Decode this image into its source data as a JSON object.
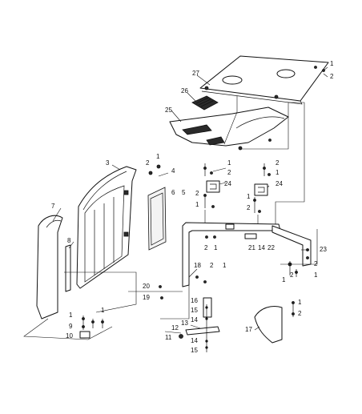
{
  "diagram": {
    "callouts": [
      "1",
      "2",
      "27",
      "26",
      "25",
      "3",
      "2",
      "1",
      "4",
      "6",
      "5",
      "7",
      "8",
      "1",
      "2",
      "2",
      "1",
      "24",
      "2",
      "1",
      "1",
      "2",
      "24",
      "2",
      "1",
      "18",
      "2",
      "1",
      "21",
      "14",
      "22",
      "23",
      "2",
      "1",
      "2",
      "1",
      "20",
      "19",
      "16",
      "15",
      "14",
      "1",
      "9",
      "1",
      "10",
      "12",
      "13",
      "11",
      "14",
      "15",
      "17",
      "1",
      "2"
    ]
  }
}
